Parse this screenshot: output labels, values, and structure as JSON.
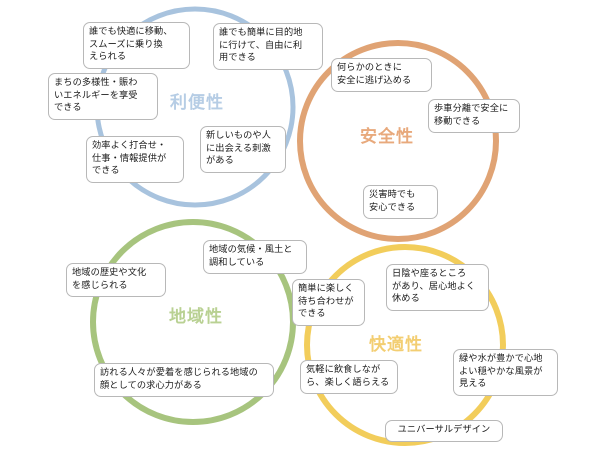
{
  "diagram": {
    "type": "four-overlapping-circles-venn",
    "title_visible": false,
    "circles": [
      {
        "id": "convenience",
        "label": "利便性",
        "color": "#b6cde5",
        "ring_color": "#a8c3de",
        "position": "top-left",
        "items": [
          "誰でも快適に移動、スムーズに乗り換えられる",
          "誰でも簡単に目的地に行けて、自由に利用できる",
          "まちの多様性・賑わいエネルギーを享受できる",
          "新しいものや人に出会える刺激がある",
          "効率よく打合せ・仕事・情報提供ができる"
        ]
      },
      {
        "id": "safety",
        "label": "安全性",
        "color": "#e8a97c",
        "ring_color": "#e0a374",
        "position": "top-right",
        "items": [
          "何らかのときに安全に逃げ込める",
          "歩車分離で安全に移動できる",
          "災害時でも安心できる"
        ]
      },
      {
        "id": "locality",
        "label": "地域性",
        "color": "#b9d193",
        "ring_color": "#a7c47e",
        "position": "bottom-left",
        "items": [
          "地域の気候・風土と調和している",
          "地域の歴史や文化を感じられる",
          "訪れる人々が愛着を感じられる地域の顔としての求心力がある"
        ]
      },
      {
        "id": "comfort",
        "label": "快適性",
        "color": "#f3ce72",
        "ring_color": "#f2cd5b",
        "position": "bottom-right",
        "items": [
          "簡単に楽しく待ち合わせができる",
          "日陰や座るところがあり、居心地よく休める",
          "緑や水が豊かで心地よい穏やかな風景が見える",
          "気軽に飲食しながら、楽しく語らえる",
          "ユニバーサルデザイン"
        ]
      }
    ]
  },
  "callouts": {
    "conv_top": {
      "lines": [
        "誰でも快適に移動、",
        "スムーズに乗り換",
        "えられる"
      ]
    },
    "conv_right": {
      "lines": [
        "誰でも簡単に目的地",
        "に行けて、自由に利",
        "用できる"
      ]
    },
    "conv_left": {
      "lines": [
        "まちの多様性・賑わ",
        "いエネルギーを享受",
        "できる"
      ]
    },
    "conv_inner": {
      "lines": [
        "新しいものや人",
        "に出会える刺激",
        "がある"
      ]
    },
    "conv_bottom": {
      "lines": [
        "効率よく打合せ・",
        "仕事・情報提供が",
        "できる"
      ]
    },
    "safe_top": {
      "lines": [
        "何らかのときに",
        "安全に逃げ込める"
      ]
    },
    "safe_right": {
      "lines": [
        "歩車分離で安全に",
        "移動できる"
      ]
    },
    "safe_bottom": {
      "lines": [
        "災害時でも",
        "安心できる"
      ]
    },
    "local_top": {
      "lines": [
        "地域の気候・風土と",
        "調和している"
      ]
    },
    "local_left": {
      "lines": [
        "地域の歴史や文化",
        "を感じられる"
      ]
    },
    "local_bottom": {
      "lines": [
        "訪れる人々が愛着を感じられる地域の",
        "顔としての求心力がある"
      ]
    },
    "comf_left": {
      "lines": [
        "簡単に楽しく",
        "待ち合わせが",
        "できる"
      ]
    },
    "comf_top": {
      "lines": [
        "日陰や座るところ",
        "があり、居心地よく",
        "休める"
      ]
    },
    "comf_right": {
      "lines": [
        "緑や水が豊かで心地",
        "よい穏やかな風景が",
        "見える"
      ]
    },
    "comf_bottomleft": {
      "lines": [
        "気軽に飲食しなが",
        "ら、楽しく語らえる"
      ]
    },
    "comf_bottom": {
      "lines": [
        "ユニバーサルデザイン"
      ]
    }
  }
}
